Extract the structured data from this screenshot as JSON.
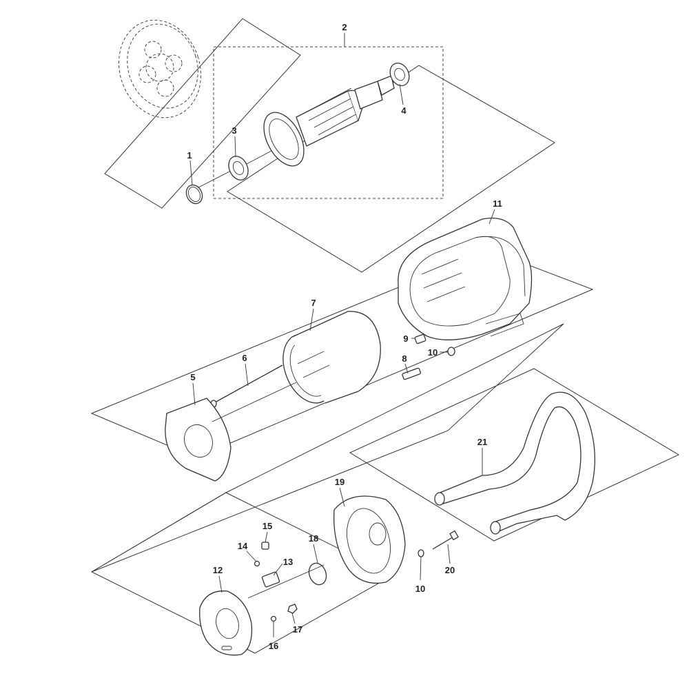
{
  "diagram": {
    "labels": {
      "p1": "1",
      "p2": "2",
      "p3": "3",
      "p4": "4",
      "p5": "5",
      "p6": "6",
      "p7": "7",
      "p8": "8",
      "p9": "9",
      "p10a": "10",
      "p10b": "10",
      "p11": "11",
      "p12": "12",
      "p13": "13",
      "p14": "14",
      "p15": "15",
      "p16": "16",
      "p17": "17",
      "p18": "18",
      "p19": "19",
      "p20": "20",
      "p21": "21"
    }
  }
}
